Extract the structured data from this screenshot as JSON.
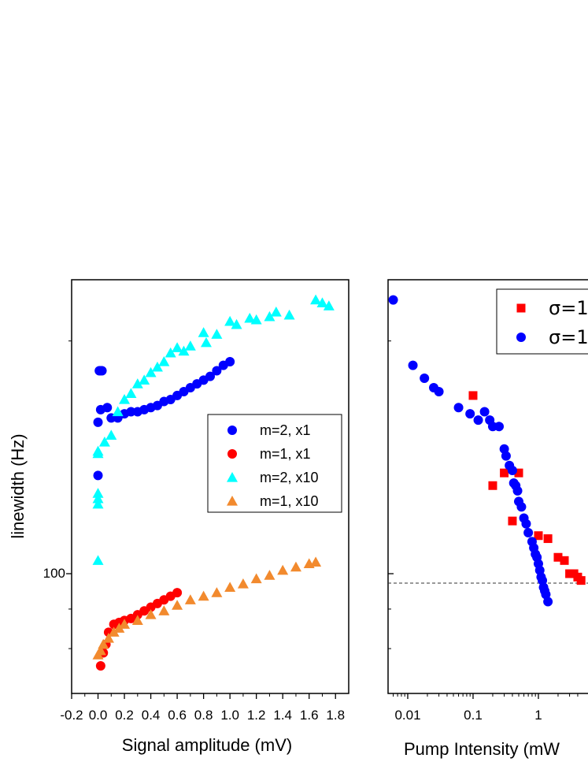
{
  "chart_data": [
    {
      "type": "scatter",
      "title": "",
      "xlabel": "Signal amplitude (mV)",
      "ylabel": "linewidth (Hz)",
      "xlim": [
        -0.2,
        1.9
      ],
      "ylim": [
        70,
        240
      ],
      "yscale": "log",
      "x_ticks": [
        -0.2,
        0.0,
        0.2,
        0.4,
        0.6,
        0.8,
        1.0,
        1.2,
        1.4,
        1.6,
        1.8
      ],
      "x_tick_labels": [
        "-0.2",
        "0.0",
        "0.2",
        "0.4",
        "0.6",
        "0.8",
        "1.0",
        "1.2",
        "1.4",
        "1.6",
        "1.8"
      ],
      "y_tick_labels": [
        "100"
      ],
      "grid": false,
      "legend_position": "center-right",
      "series": [
        {
          "name": "m=2, x1",
          "color": "#0000ff",
          "marker": "circle",
          "x": [
            0.0,
            0.01,
            0.02,
            0.03,
            0.0,
            0.02,
            0.07,
            0.1,
            0.15,
            0.2,
            0.25,
            0.3,
            0.35,
            0.4,
            0.45,
            0.5,
            0.55,
            0.6,
            0.65,
            0.7,
            0.75,
            0.8,
            0.85,
            0.9,
            0.95,
            1.0
          ],
          "y": [
            134,
            183,
            183,
            183,
            157,
            163,
            164,
            159,
            159,
            161,
            162,
            162,
            163,
            164,
            165,
            167,
            168,
            170,
            172,
            174,
            176,
            178,
            180,
            183,
            186,
            188
          ]
        },
        {
          "name": "m=1, x1",
          "color": "#ff0000",
          "marker": "circle",
          "x": [
            0.02,
            0.04,
            0.06,
            0.08,
            0.12,
            0.16,
            0.2,
            0.25,
            0.3,
            0.35,
            0.4,
            0.45,
            0.5,
            0.55,
            0.6
          ],
          "y": [
            76,
            79,
            81,
            84,
            86,
            86.5,
            87,
            87.5,
            88.5,
            89.5,
            90.5,
            91.5,
            92.5,
            93.5,
            94.5
          ]
        },
        {
          "name": "m=2, x10",
          "color": "#00ffff",
          "marker": "triangle",
          "x": [
            0.0,
            0.0,
            0.0,
            0.0,
            0.0,
            0.0,
            0.05,
            0.1,
            0.15,
            0.2,
            0.25,
            0.3,
            0.35,
            0.4,
            0.45,
            0.5,
            0.55,
            0.6,
            0.65,
            0.7,
            0.8,
            0.82,
            0.9,
            1.0,
            1.05,
            1.15,
            1.2,
            1.3,
            1.35,
            1.45,
            1.65,
            1.7,
            1.75
          ],
          "y": [
            104,
            123,
            125,
            127,
            143,
            144,
            148,
            151,
            162,
            168,
            171,
            176,
            178,
            182,
            185,
            188,
            193,
            196,
            194,
            197,
            205,
            199,
            204,
            212,
            210,
            214,
            213,
            215,
            218,
            216,
            226,
            224,
            222
          ]
        },
        {
          "name": "m=1, x10",
          "color": "#f28a2e",
          "marker": "triangle",
          "x": [
            0.0,
            0.02,
            0.04,
            0.08,
            0.12,
            0.16,
            0.2,
            0.3,
            0.4,
            0.5,
            0.6,
            0.7,
            0.8,
            0.9,
            1.0,
            1.1,
            1.2,
            1.3,
            1.4,
            1.5,
            1.6,
            1.65
          ],
          "y": [
            78.5,
            79.5,
            81,
            82.5,
            84,
            85,
            86,
            87,
            88.5,
            89.5,
            91,
            92.5,
            93.5,
            94.5,
            96,
            97,
            98.5,
            99.5,
            101,
            102,
            103,
            103.5
          ]
        }
      ]
    },
    {
      "type": "scatter",
      "title": "",
      "xlabel": "Pump Intensity (mW",
      "ylabel": "",
      "xlim": [
        0.005,
        5
      ],
      "xscale": "log",
      "yscale": "log",
      "x_ticks": [
        0.01,
        0.1,
        1
      ],
      "x_tick_labels": [
        "0.01",
        "0.1",
        "1"
      ],
      "grid": false,
      "legend_position": "top-right",
      "reference_line": {
        "style": "dashed",
        "orientation": "horizontal"
      },
      "series": [
        {
          "name": "σ=1",
          "color": "#ff0000",
          "marker": "square",
          "x": [
            0.1,
            0.2,
            0.3,
            0.4,
            0.5,
            1.0,
            1.4,
            2.0,
            2.5,
            3.0,
            3.5,
            4.0,
            4.5
          ],
          "y": [
            170,
            130,
            135,
            117,
            135,
            112,
            111,
            105,
            104,
            100,
            100,
            99,
            98
          ]
        },
        {
          "name": "σ=1",
          "color": "#0000ff",
          "marker": "circle",
          "x": [
            0.006,
            0.012,
            0.018,
            0.025,
            0.03,
            0.06,
            0.09,
            0.12,
            0.15,
            0.18,
            0.2,
            0.25,
            0.3,
            0.32,
            0.36,
            0.4,
            0.42,
            0.45,
            0.48,
            0.5,
            0.55,
            0.6,
            0.65,
            0.7,
            0.8,
            0.85,
            0.9,
            0.95,
            1.0,
            1.05,
            1.1,
            1.15,
            1.2,
            1.25,
            1.3,
            1.4
          ],
          "y": [
            226,
            186,
            179,
            174,
            172,
            164,
            161,
            158,
            162,
            158,
            155,
            155,
            145,
            142,
            138,
            136,
            131,
            130,
            128,
            124,
            122,
            118,
            116,
            113,
            110,
            108,
            106,
            105,
            103,
            101,
            99,
            98,
            96,
            95,
            94,
            92
          ]
        }
      ]
    }
  ]
}
